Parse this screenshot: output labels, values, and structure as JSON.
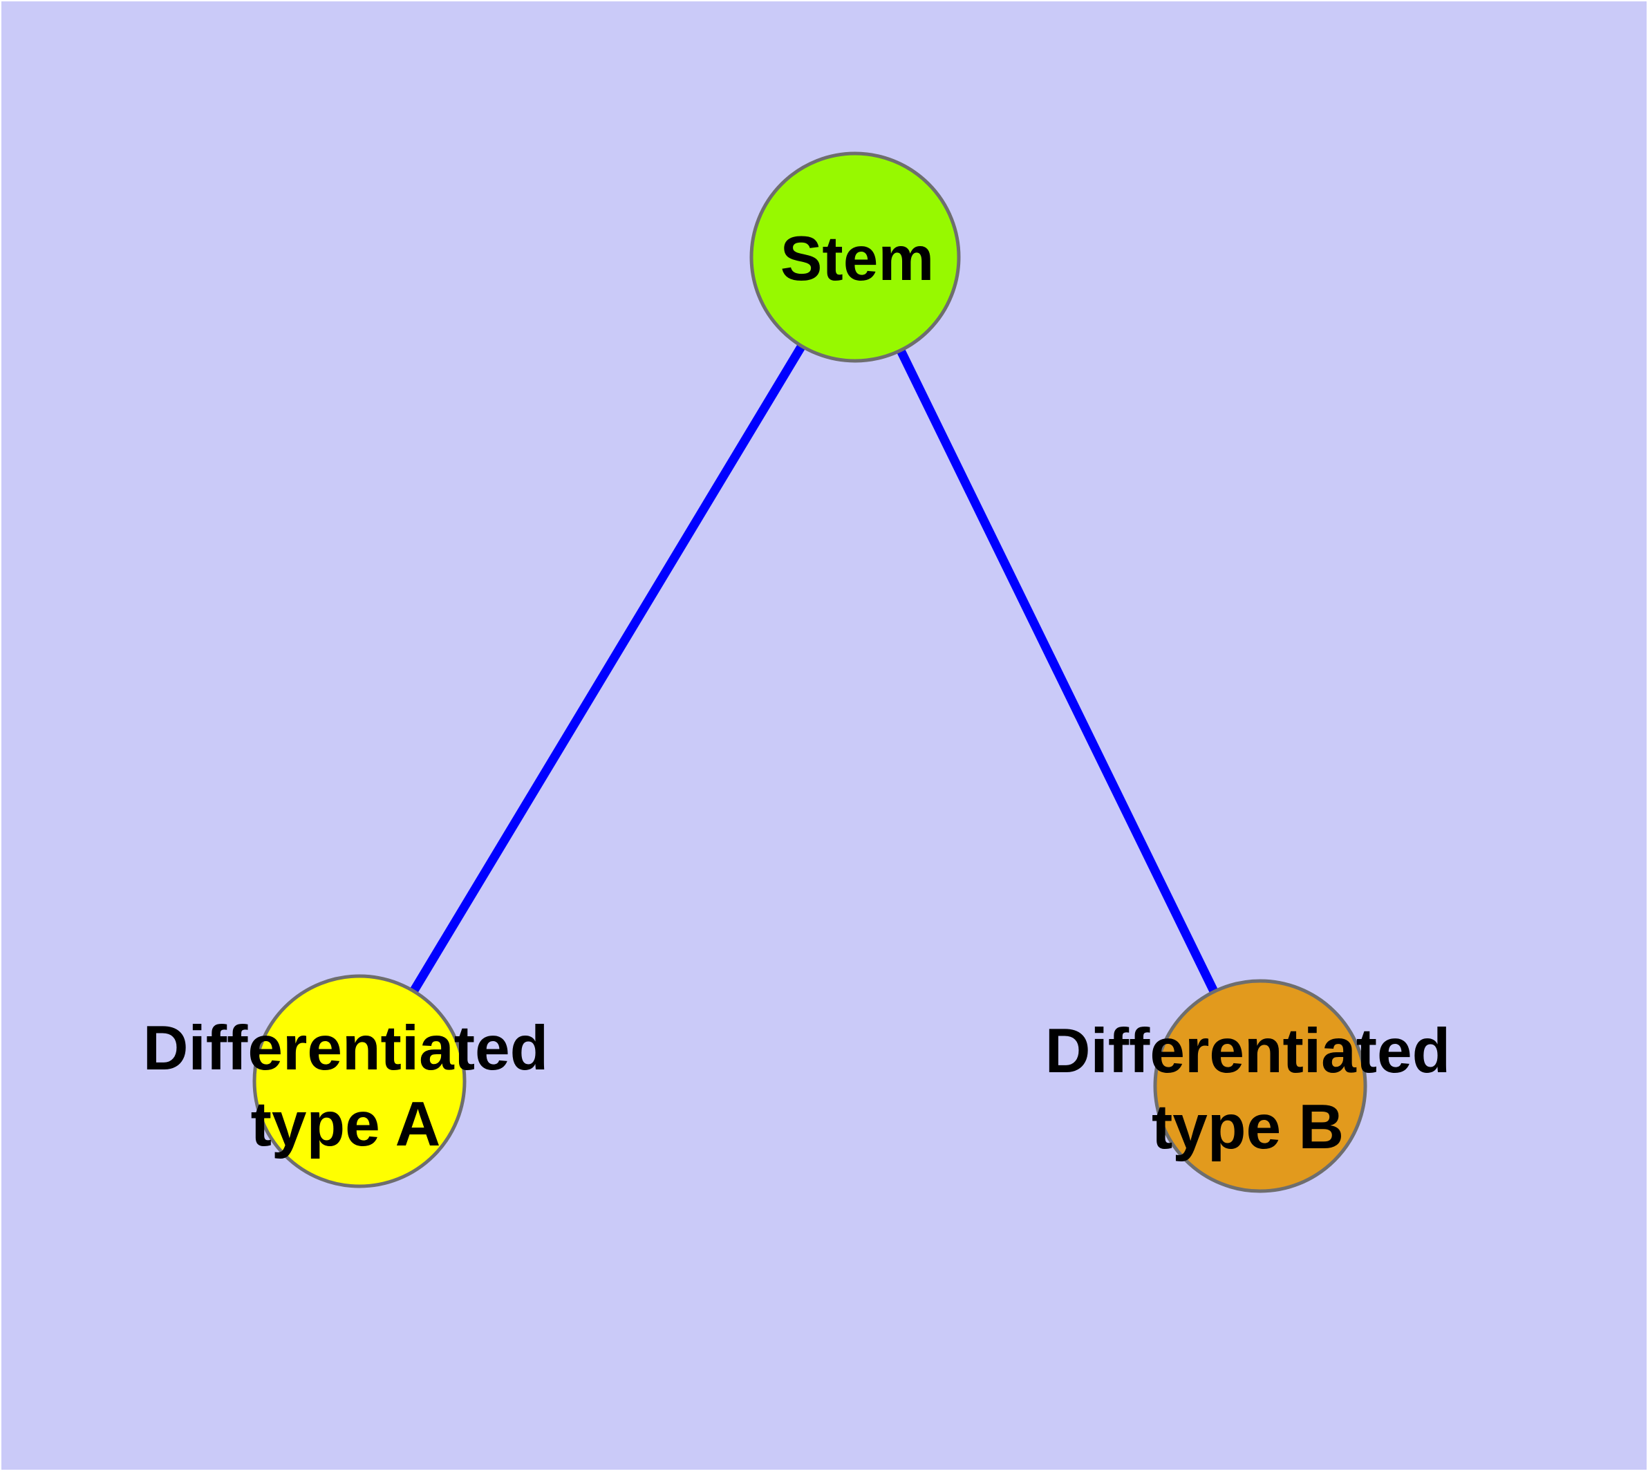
{
  "diagram": {
    "background_color": "#cacaf8",
    "frame_color": "#ffffff",
    "edge_color": "#0000ff",
    "node_border_color": "#6e6e6e",
    "label_color": "#000000",
    "nodes": [
      {
        "id": "stem",
        "label": "Stem",
        "lines": [
          "Stem"
        ],
        "fill": "#97f900"
      },
      {
        "id": "differentiated-type-a",
        "label": "Differentiated type A",
        "lines": [
          "Differentiated",
          "type A"
        ],
        "fill": "#ffff00"
      },
      {
        "id": "differentiated-type-b",
        "label": "Differentiated type B",
        "lines": [
          "Differentiated",
          "type B"
        ],
        "fill": "#e29a1d"
      }
    ],
    "edges": [
      {
        "from": "Stem",
        "to": "Differentiated type A"
      },
      {
        "from": "Stem",
        "to": "Differentiated type B"
      }
    ]
  }
}
